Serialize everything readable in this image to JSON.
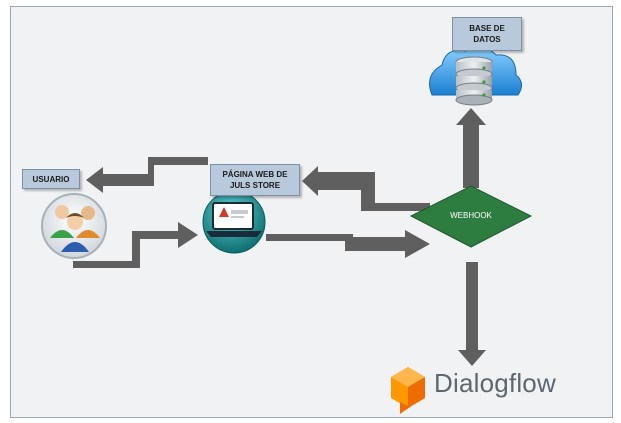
{
  "nodes": {
    "usuario": "USUARIO",
    "pagina_web": "PÁGINA WEB DE\nJULS STORE",
    "base_de_datos": "BASE DE\nDATOS",
    "webhook": "WEBHOOK",
    "dialogflow": "Dialogflow"
  },
  "icons": {
    "users": "users-group-icon",
    "laptop": "laptop-icon",
    "database": "cloud-database-icon",
    "dialogflow": "dialogflow-logo-icon"
  },
  "colors": {
    "arrow": "#5f5f5f",
    "webhook_fill": "#2e7d40",
    "label_fill": "#b9c9dc",
    "dialogflow_orange": "#f57c00",
    "laptop_teal": "#1f8c8f"
  }
}
